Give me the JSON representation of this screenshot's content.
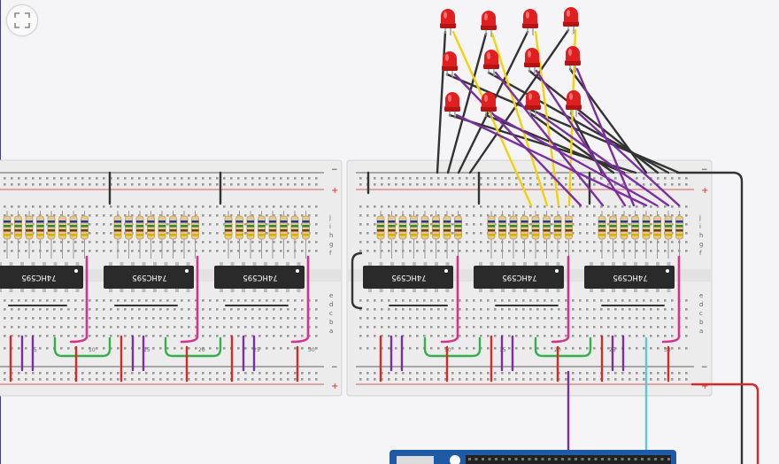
{
  "toolbar": {
    "fullscreen_icon": "fullscreen-icon"
  },
  "circuit": {
    "chip_label": "74HC595",
    "chip_count": 6,
    "led_count": 12,
    "resistors_per_bank": 8,
    "row_letters_top": [
      "j",
      "i",
      "h",
      "g",
      "f"
    ],
    "row_letters_bottom": [
      "e",
      "d",
      "c",
      "b",
      "a"
    ],
    "column_numbers": [
      "5",
      "10",
      "15",
      "20",
      "25",
      "30"
    ],
    "rail_plus": "+",
    "rail_minus": "−"
  },
  "colors": {
    "background": "#f5f5f8",
    "breadboard": "#ececec",
    "rail_red": "#d42a2a",
    "led_red": "#e02020",
    "wire_yellow": "#f2d20c",
    "wire_purple": "#7b2fa0",
    "wire_black": "#333333",
    "wire_pink": "#d6338c",
    "wire_green": "#34b04a",
    "wire_cyan": "#5cc7d6",
    "arduino_blue": "#1e5aa8"
  }
}
